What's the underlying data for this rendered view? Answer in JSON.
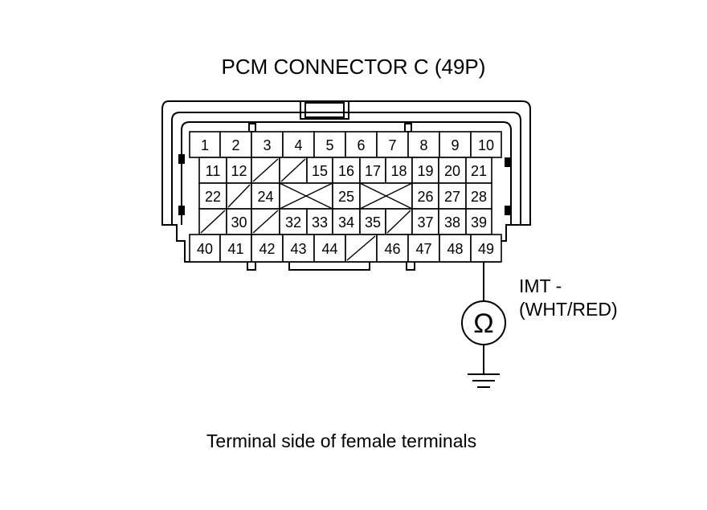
{
  "title": "PCM CONNECTOR C (49P)",
  "caption": "Terminal side of female terminals",
  "probe_label_line1": "IMT -",
  "probe_label_line2": "(WHT/RED)",
  "meter_symbol": "Ω",
  "meter_icon": "ohmmeter-icon",
  "ground_icon": "ground-icon",
  "probe_terminal": "49",
  "rows": [
    [
      "1",
      "2",
      "3",
      "4",
      "5",
      "6",
      "7",
      "8",
      "9",
      "10"
    ],
    [
      "11",
      "12",
      "",
      "",
      "15",
      "16",
      "17",
      "18",
      "19",
      "20",
      "21"
    ],
    [
      "22",
      "",
      "24",
      "",
      "25",
      "",
      "26",
      "27",
      "28"
    ],
    [
      "",
      "30",
      "",
      "32",
      "33",
      "34",
      "35",
      "",
      "37",
      "38",
      "39"
    ],
    [
      "40",
      "41",
      "42",
      "43",
      "44",
      "",
      "46",
      "47",
      "48",
      "49"
    ]
  ]
}
